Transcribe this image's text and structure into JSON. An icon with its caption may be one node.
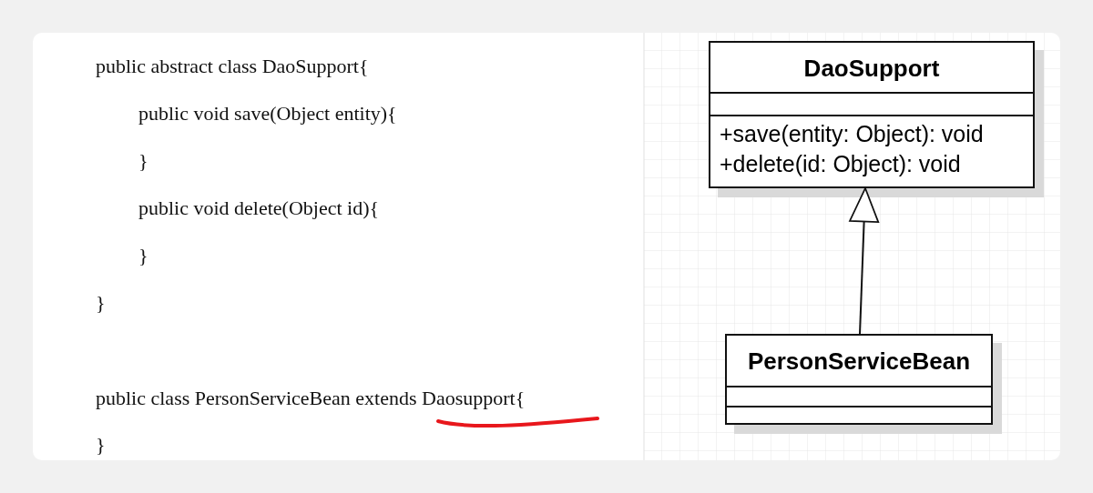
{
  "diagram": {
    "nodes": [
      {
        "text": [
          "DaoSupport",
          "+save(entity: Object): void",
          "+delete(id: Object): void"
        ]
      },
      {
        "text": [
          "PersonServiceBean"
        ]
      }
    ],
    "edges": [
      {
        "from": 1,
        "to": 0,
        "arrow": "to"
      }
    ],
    "labels": [
      "public abstract class DaoSupport{",
      "public void save(Object entity){",
      "}",
      "public void delete(Object id){",
      "}",
      "}",
      "public class PersonServiceBean extends Daosupport{",
      "}"
    ]
  }
}
